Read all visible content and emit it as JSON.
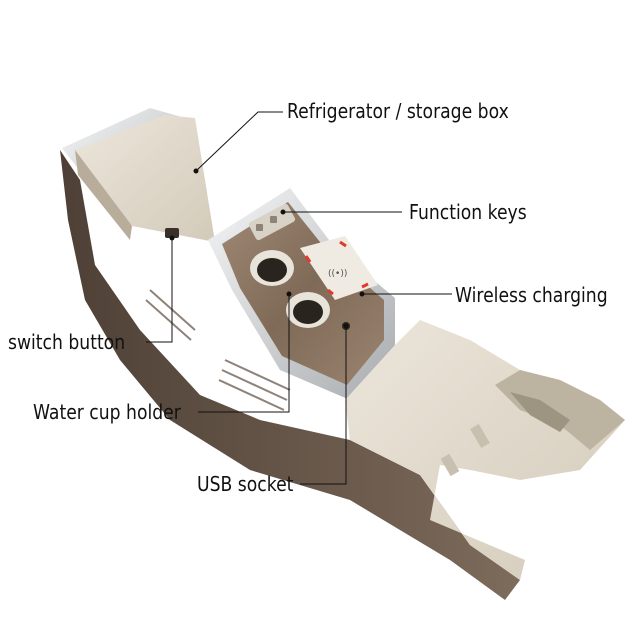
{
  "labels": {
    "refrigerator": "Refrigerator / storage box",
    "function_keys": "Function keys",
    "wireless_charging": "Wireless charging",
    "switch_button": "switch button",
    "water_cup_holder": "Water cup holder",
    "usb_socket": "USB socket"
  },
  "colors": {
    "body": "#e3dccf",
    "body_dark": "#cfc6b5",
    "shadow": "#6a5a4c",
    "wood": "#8a7460",
    "chrome": "#c9cbcd",
    "charging_accent": "#e23a2a"
  }
}
